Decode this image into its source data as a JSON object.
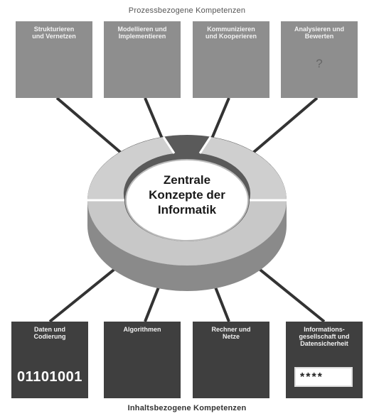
{
  "top_header": "Prozessbezogene Kompetenzen",
  "bottom_header": "Inhaltsbezogene Kompetenzen",
  "center_label": "Zentrale\nKonzepte der\nInformatik",
  "top_boxes": [
    {
      "title": "Strukturieren\nund Vernetzen",
      "icon": "shapes-icon"
    },
    {
      "title": "Modellieren und\nImplementieren",
      "icon": "flow-play-icon"
    },
    {
      "title": "Kommunizieren\nund Kooperieren",
      "icon": "speech-bubbles-icon"
    },
    {
      "title": "Analysieren und\nBewerten",
      "icon": "thought-bubble-icon"
    }
  ],
  "bottom_boxes": [
    {
      "title": "Daten und\nCodierung",
      "icon": "binary-icon",
      "value": "01101001"
    },
    {
      "title": "Algorithmen",
      "icon": "flowchart-icon"
    },
    {
      "title": "Rechner und\nNetze",
      "icon": "network-icon"
    },
    {
      "title": "Informations-\ngesellschaft und\nDatensicherheit",
      "icon": "password-icon",
      "value": "****"
    }
  ],
  "question_mark": "?",
  "colors": {
    "top_box": "#8e8e8e",
    "bottom_box": "#3f3f3f",
    "ring_dark": "#5a5a5a",
    "ring_light": "#cfcfcf"
  }
}
